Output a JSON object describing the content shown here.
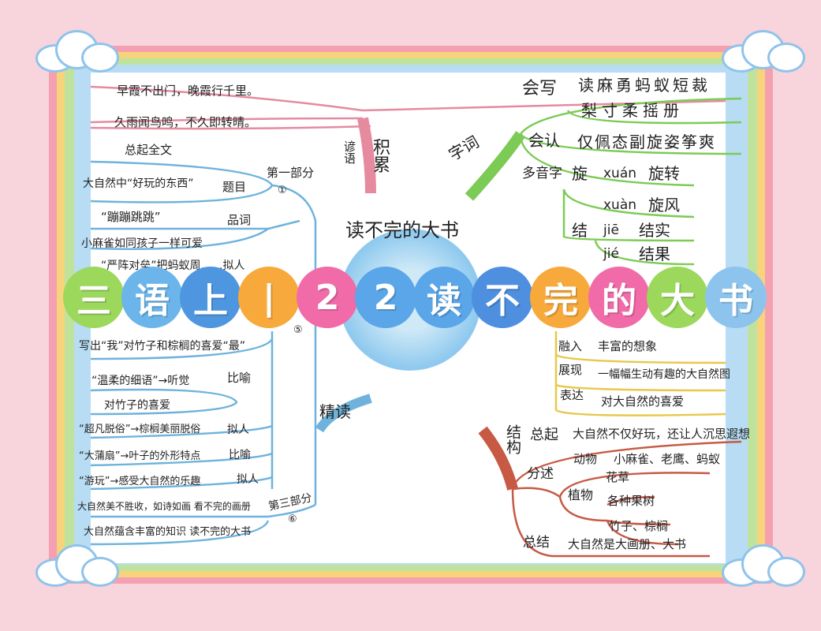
{
  "banner": {
    "chars": [
      "三",
      "语",
      "上",
      "|",
      "2",
      "2",
      "读",
      "不",
      "完",
      "的",
      "大",
      "书"
    ],
    "colors": [
      "#9bd85c",
      "#6cb5ea",
      "#4e97e0",
      "#f7a93c",
      "#f06ba8",
      "#5aa6e8",
      "#5aa6e8",
      "#4e8fe0",
      "#f7a93c",
      "#f06ba8",
      "#9bd85c",
      "#8cc4ee"
    ]
  },
  "center_title": "读不完的大书",
  "colors": {
    "pink": "#e68aa0",
    "green": "#7ccb56",
    "blue": "#6fb3dc",
    "yellow": "#e8c84a",
    "red": "#c65a45"
  },
  "accumulate": {
    "label": "积累",
    "sub": "谚语",
    "items": [
      "早霞不出门，晚霞行千里。",
      "久雨闻鸟鸣，不久即转晴。"
    ]
  },
  "words": {
    "label": "字词",
    "write": {
      "label": "会写",
      "rows": [
        "读麻勇蚂蚁短裁",
        "梨寸柔摇册"
      ]
    },
    "recognize": {
      "label": "会认",
      "row": "仅佩态副旋姿筝爽"
    },
    "poly": {
      "label": "多音字",
      "xuan": {
        "char": "旋",
        "items": [
          {
            "py": "xuán",
            "word": "旋转"
          },
          {
            "py": "xuàn",
            "word": "旋风"
          }
        ]
      },
      "jie": {
        "char": "结",
        "items": [
          {
            "py": "jiē",
            "word": "结实"
          },
          {
            "py": "jié",
            "word": "结果"
          }
        ]
      }
    }
  },
  "reading": {
    "label": "精读",
    "part1": {
      "label": "第一部分",
      "num": "①",
      "lead": "总起全文",
      "topic": "题目",
      "item": "大自然中“好玩的东西”"
    },
    "pinci": {
      "label": "品词",
      "items": [
        "“蹦蹦跳跳”",
        "小麻雀如同孩子一样可爱",
        "“严阵对垒”把蚂蚁周……拟人"
      ]
    },
    "part5": {
      "num": "⑤"
    },
    "items": [
      {
        "text": "写出“我”对竹子和棕榈的喜爱“最”",
        "tag": ""
      },
      {
        "text": "“温柔的细语”→听觉",
        "tag": "比喻"
      },
      {
        "text": "对竹子的喜爱",
        "tag": ""
      },
      {
        "text": "“超凡脱俗”→棕榈美丽脱俗",
        "tag": "拟人"
      },
      {
        "text": "“大蒲扇”→叶子的外形特点",
        "tag": "比喻"
      },
      {
        "text": "“游玩”→感受大自然的乐趣",
        "tag": "拟人"
      }
    ],
    "part6": {
      "label": "第三部分",
      "num": "⑥",
      "items": [
        "大自然美不胜收，如诗如画 看不完的画册",
        "大自然蕴含丰富的知识 读不完的大书"
      ]
    }
  },
  "writing": {
    "items": [
      {
        "k": "融入",
        "v": "丰富的想象"
      },
      {
        "k": "展现",
        "v": "一幅幅生动有趣的大自然图"
      },
      {
        "k": "表达",
        "v": "对大自然的喜爱"
      }
    ]
  },
  "structure": {
    "label": "结构",
    "intro": {
      "k": "总起",
      "v": "大自然不仅好玩，还让人沉思遐想"
    },
    "detail": {
      "k": "分述",
      "animal": {
        "k": "动物",
        "v": "小麻雀、老鹰、蚂蚁"
      },
      "plant": {
        "k": "植物",
        "items": [
          "花草",
          "各种果树",
          "竹子、棕榈"
        ]
      }
    },
    "summary": {
      "k": "总结",
      "v": "大自然是大画册、大书"
    }
  }
}
